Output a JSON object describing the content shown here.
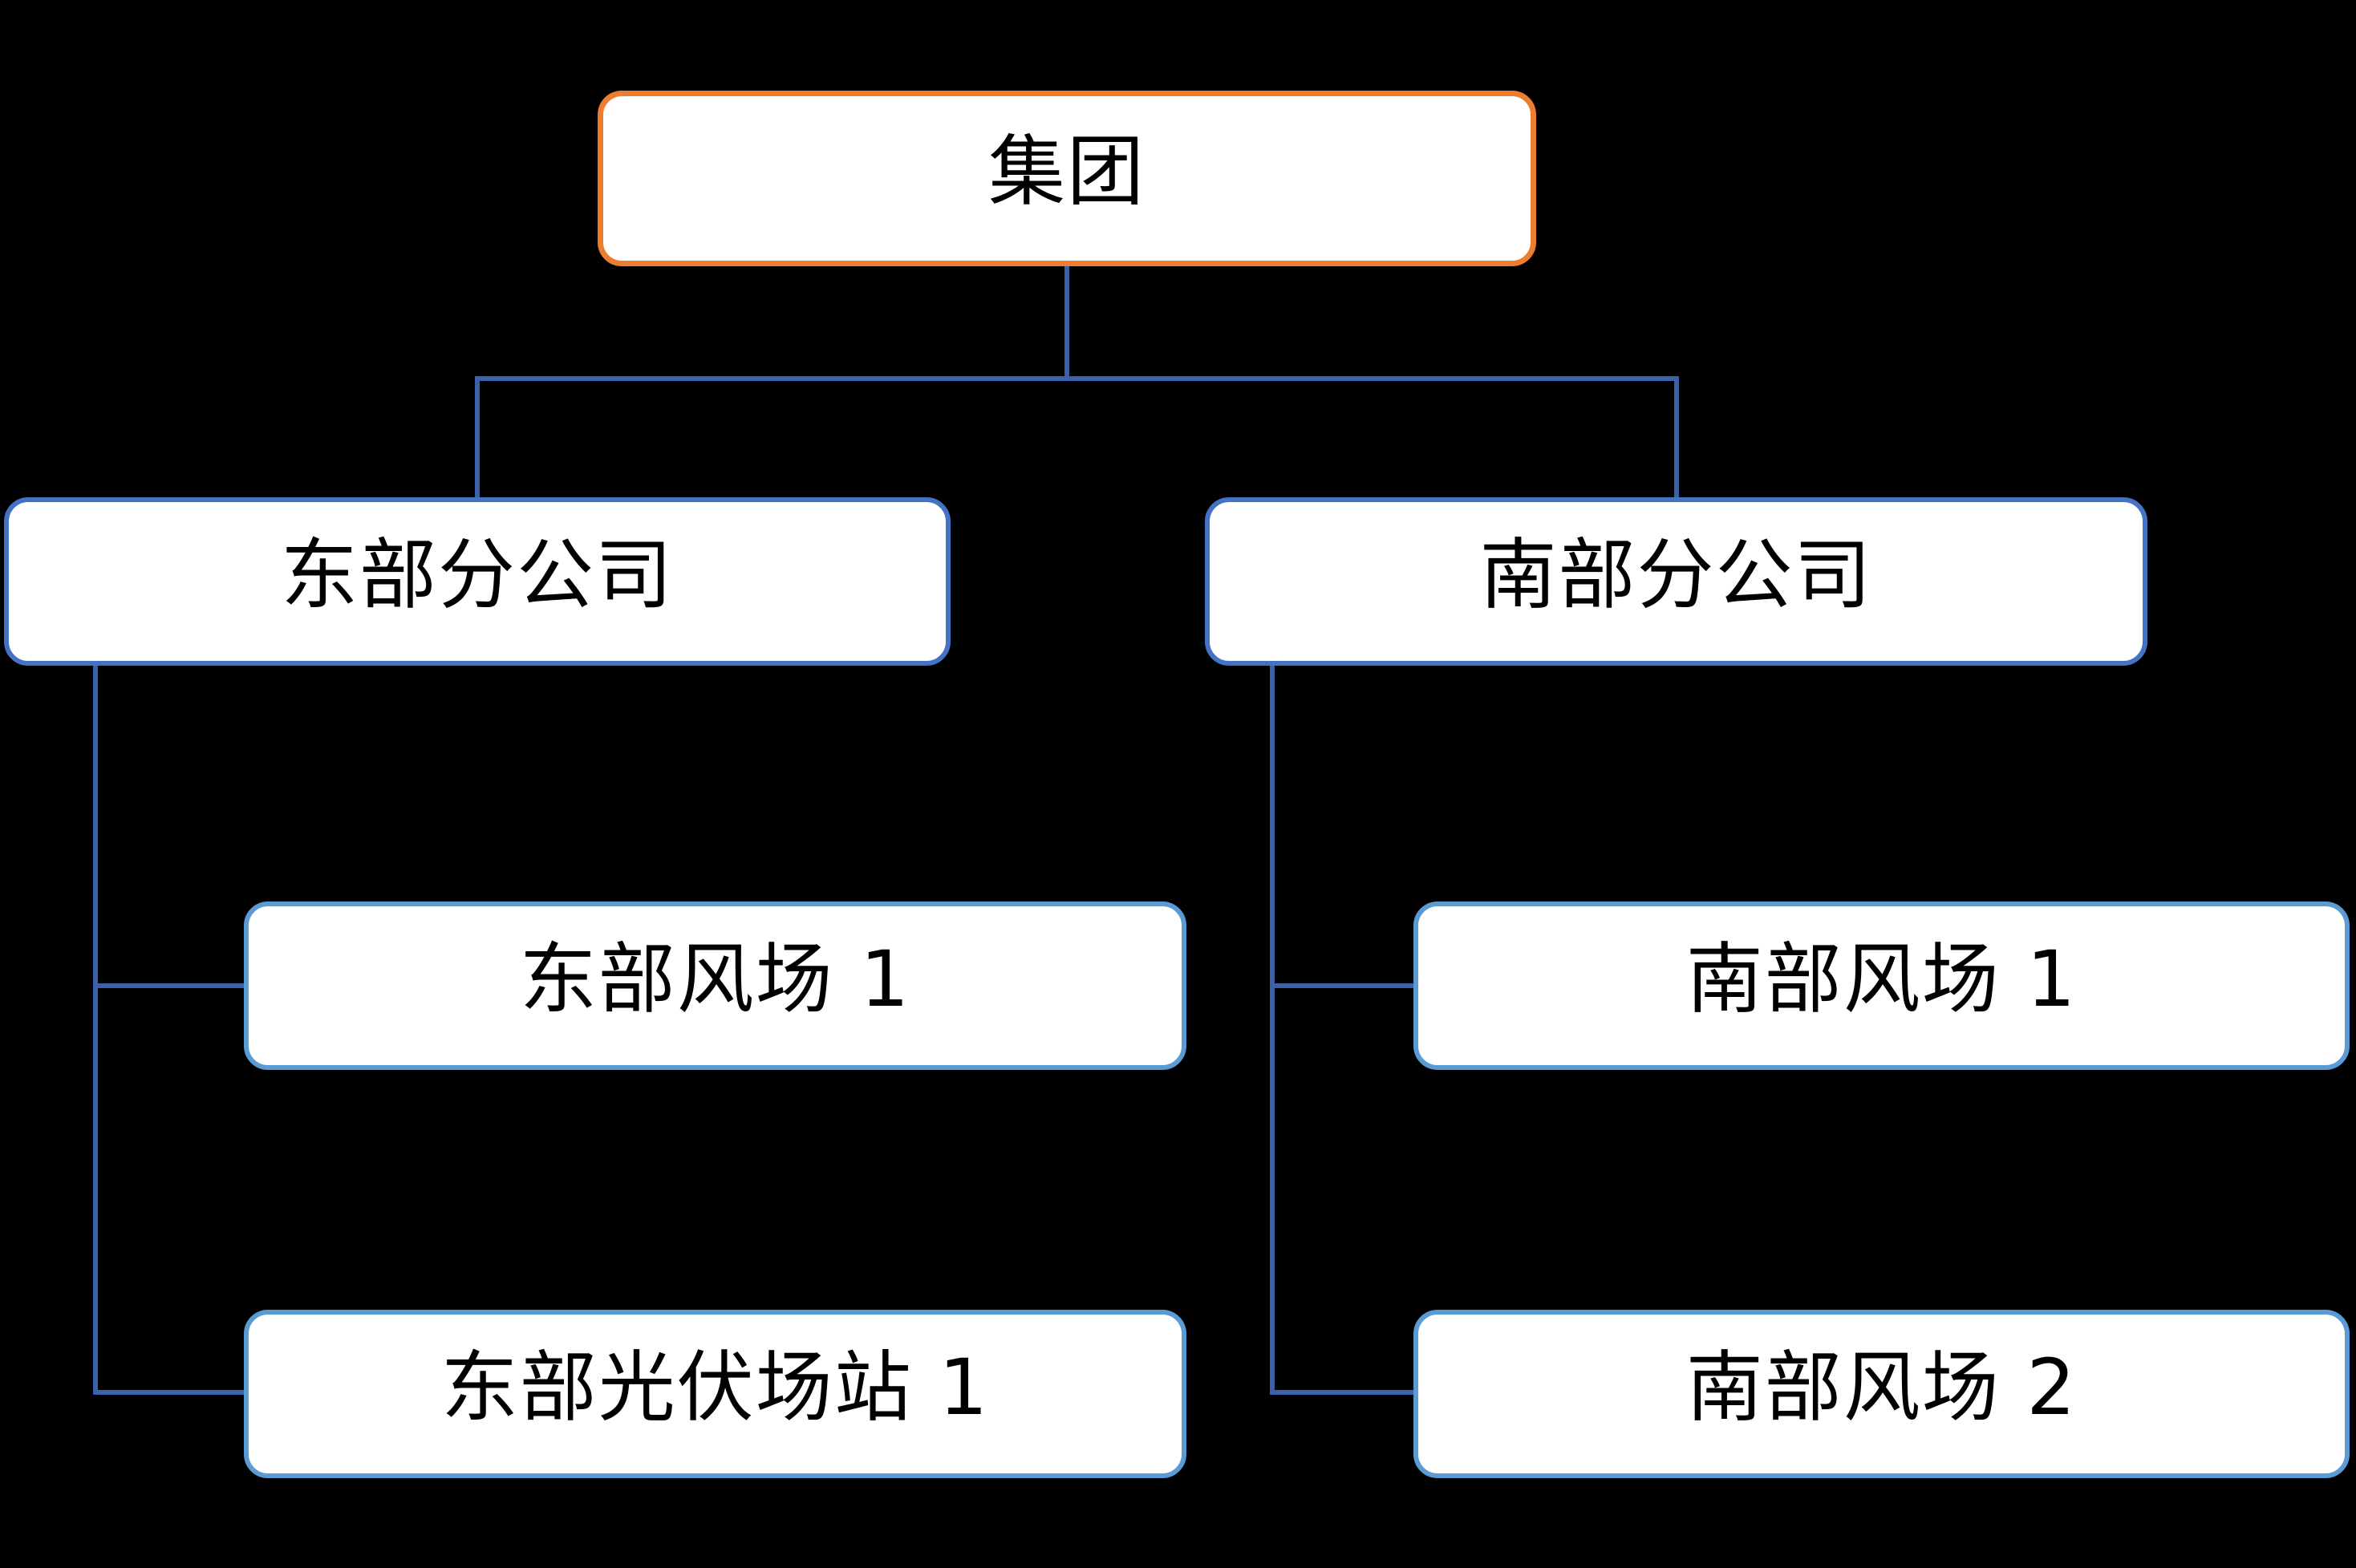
{
  "diagram": {
    "type": "org-chart",
    "background_color": "#000000",
    "connector_color": "#3C61A8",
    "node_fill_color": "#FFFFFF",
    "text_color": "#000000",
    "nodes": [
      {
        "id": "group",
        "label": "集团",
        "level": 1,
        "border_color": "#ED7D31",
        "parent": null
      },
      {
        "id": "east-branch",
        "label": "东部分公司",
        "level": 2,
        "border_color": "#4472C4",
        "parent": "集团"
      },
      {
        "id": "south-branch",
        "label": "南部分公司",
        "level": 2,
        "border_color": "#4472C4",
        "parent": "集团"
      },
      {
        "id": "east-wind-1",
        "label": "东部风场 1",
        "level": 3,
        "border_color": "#5B9BD5",
        "parent": "东部分公司"
      },
      {
        "id": "east-pv-1",
        "label": "东部光伏场站 1",
        "level": 3,
        "border_color": "#5B9BD5",
        "parent": "东部分公司"
      },
      {
        "id": "south-wind-1",
        "label": "南部风场 1",
        "level": 3,
        "border_color": "#5B9BD5",
        "parent": "南部分公司"
      },
      {
        "id": "south-wind-2",
        "label": "南部风场 2",
        "level": 3,
        "border_color": "#5B9BD5",
        "parent": "南部分公司"
      }
    ]
  }
}
